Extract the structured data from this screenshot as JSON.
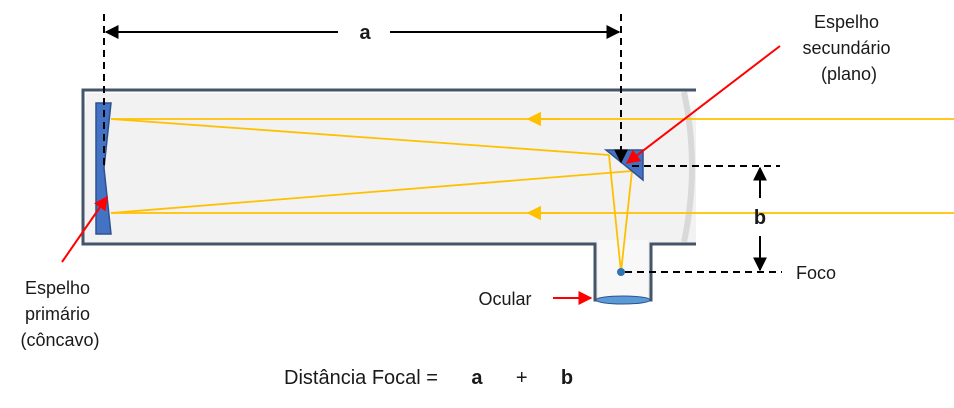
{
  "dimensions": {
    "a": "a",
    "b": "b"
  },
  "labels": {
    "secondary_mirror": [
      "Espelho",
      "secundário",
      "(plano)"
    ],
    "primary_mirror": [
      "Espelho",
      "primário",
      "(côncavo)"
    ],
    "eyepiece": "Ocular",
    "focus": "Foco"
  },
  "formula": {
    "prefix": "Distância Focal = ",
    "a": "a",
    "plus": " + ",
    "b": "b"
  },
  "colors": {
    "tube_fill": "#f2f2f2",
    "tube_border": "#44546a",
    "mirror_fill": "#4472c4",
    "mirror_stroke": "#2f528f",
    "light_ray": "#ffc000",
    "pointer": "#ff0000",
    "dimension_line": "#000000"
  }
}
